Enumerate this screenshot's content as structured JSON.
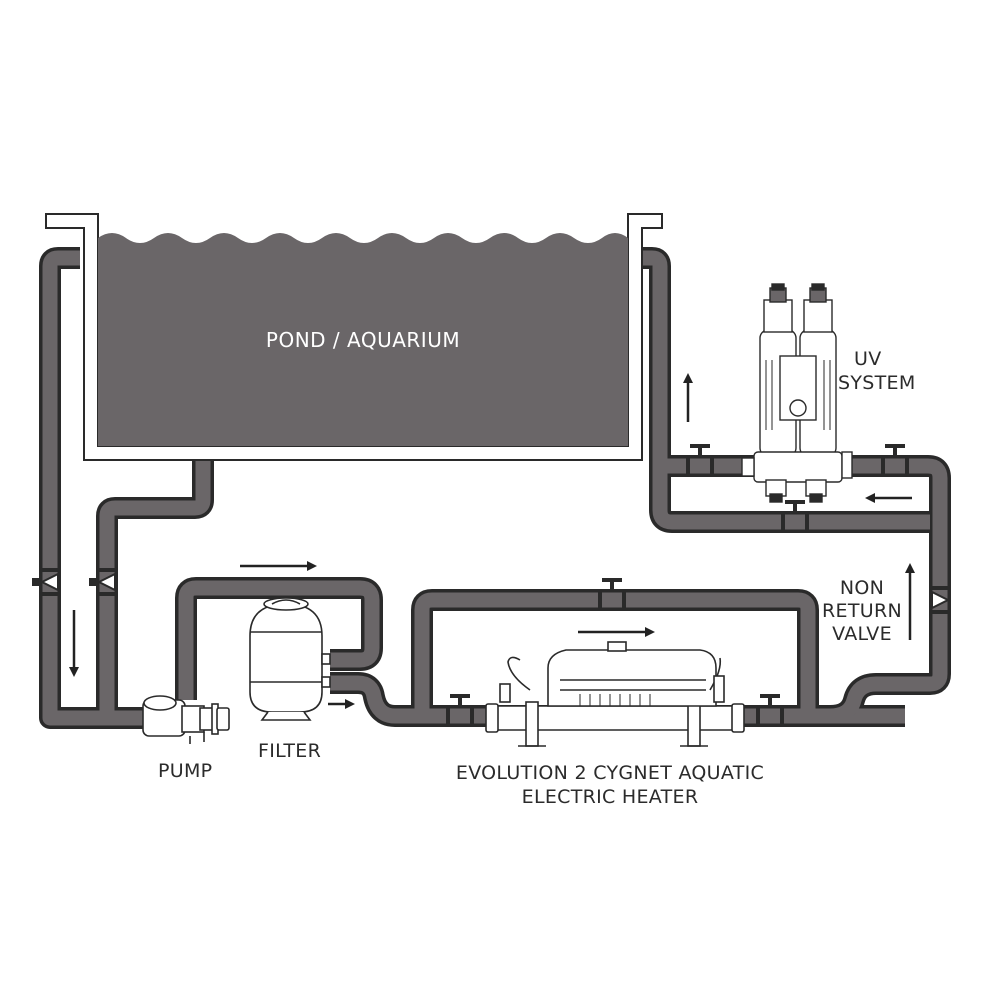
{
  "labels": {
    "pond": "POND / AQUARIUM",
    "uv_line1": "UV",
    "uv_line2": "SYSTEM",
    "nrv_line1": "NON",
    "nrv_line2": "RETURN",
    "nrv_line3": "VALVE",
    "pump": "PUMP",
    "filter": "FILTER",
    "heater_line1": "EVOLUTION 2 CYGNET AQUATIC",
    "heater_line2": "ELECTRIC HEATER"
  },
  "colors": {
    "pipe": "#6a6668",
    "pipe_outline": "#2a2a2a",
    "water": "#6a6668",
    "background": "#ffffff",
    "equipment_line": "#3a3a3a"
  }
}
